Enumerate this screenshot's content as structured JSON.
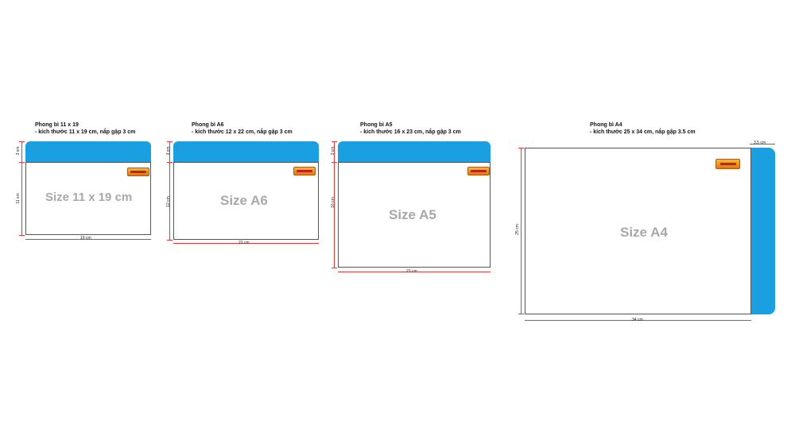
{
  "colors": {
    "flap": "#1aa0e0",
    "dimension_line": "#e43a3a",
    "label_gray": "#a8a8a8"
  },
  "envelopes": [
    {
      "title": "Phong bì 11 x 19",
      "spec": "- kích thước 11 x 19 cm, nắp gập 3 cm",
      "label": "Size 11 x 19 cm",
      "flap_dim": "3 cm",
      "height_dim": "11 cm",
      "width_dim": "19 cm"
    },
    {
      "title": "Phong bì A6",
      "spec": "- kích thước 12 x 22 cm, nắp gập 3 cm",
      "label": "Size A6",
      "flap_dim": "3 cm",
      "height_dim": "12 cm",
      "width_dim": "22 cm"
    },
    {
      "title": "Phong bì A5",
      "spec": "- kích thước 16 x 23 cm, nắp gập 3 cm",
      "label": "Size A5",
      "flap_dim": "3 cm",
      "height_dim": "16 cm",
      "width_dim": "23 cm"
    },
    {
      "title": "Phong bì A4",
      "spec": "- kích thước 25 x 34 cm, nắp gập 3.5 cm",
      "label": "Size A4",
      "flap_dim": "3.5 cm",
      "height_dim": "25 cm",
      "width_dim": "34 cm"
    }
  ]
}
